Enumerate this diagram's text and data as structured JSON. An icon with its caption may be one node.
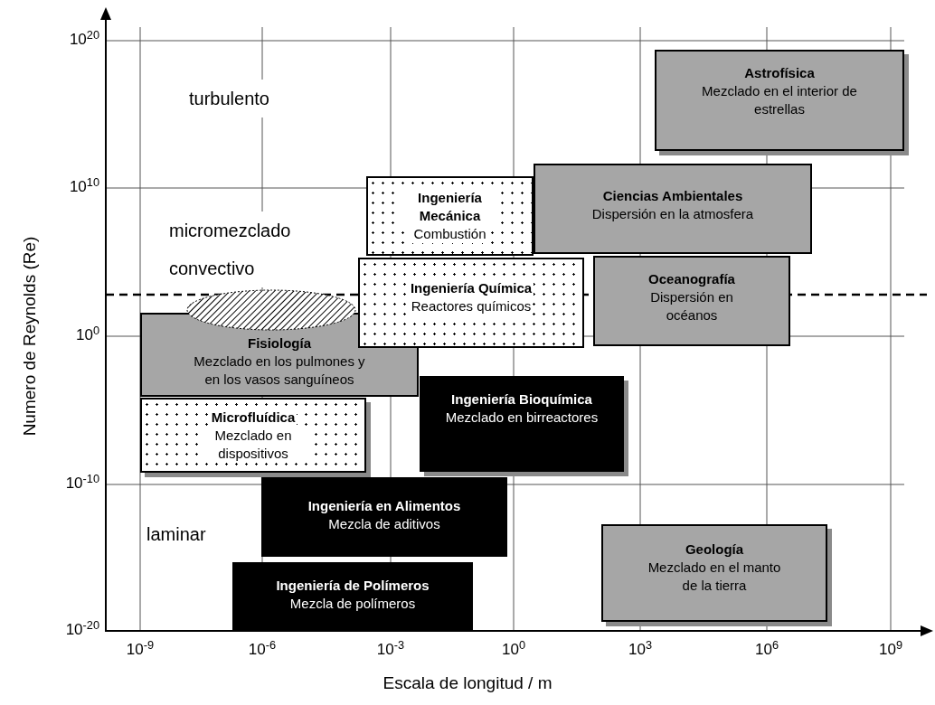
{
  "diagram": {
    "nodes": [
      {
        "text": [
          "Astrofísica",
          "Mezclado en el interior de estrellas"
        ]
      },
      {
        "text": [
          "Ingeniería Mecánica",
          "Combustión"
        ]
      },
      {
        "text": [
          "Ciencias Ambientales",
          "Dispersión en la atmosfera"
        ]
      },
      {
        "text": [
          "Oceanografía",
          "Dispersión en océanos"
        ]
      },
      {
        "text": [
          "Ingeniería Química",
          "Reactores químicos"
        ]
      },
      {
        "text": [
          "Fisiología",
          "Mezclado en los pulmones y en los vasos sanguíneos"
        ]
      },
      {
        "text": [
          "Ingeniería Bioquímica",
          "Mezclado en birreactores"
        ]
      },
      {
        "text": [
          "Microfluídica",
          "Mezclado en dispositivos"
        ]
      },
      {
        "text": [
          "Ingeniería en Alimentos",
          "Mezcla de aditivos"
        ]
      },
      {
        "text": [
          "Ingeniería de Polímeros",
          "Mezcla de polímeros"
        ]
      },
      {
        "text": [
          "Geología",
          "Mezclado en el manto de la tierra"
        ]
      },
      {
        "text": [],
        "shape": "ellipse"
      }
    ],
    "edges": [],
    "labels": [
      "10$^{20}$",
      "turbulento",
      "10$^{10}$",
      "micromezclado convectivo",
      "10$^{0}$",
      "10$^{-10}$",
      "laminar",
      "10$^{-20}$",
      "10$^{-9}$",
      "10$^{-6}$",
      "10$^{-3}$",
      "10$^{0}$",
      "10$^{3}$",
      "10$^{6}$",
      "10$^{9}$",
      "Escala de longitud / m",
      "Numero de Reynolds (Re)"
    ]
  }
}
